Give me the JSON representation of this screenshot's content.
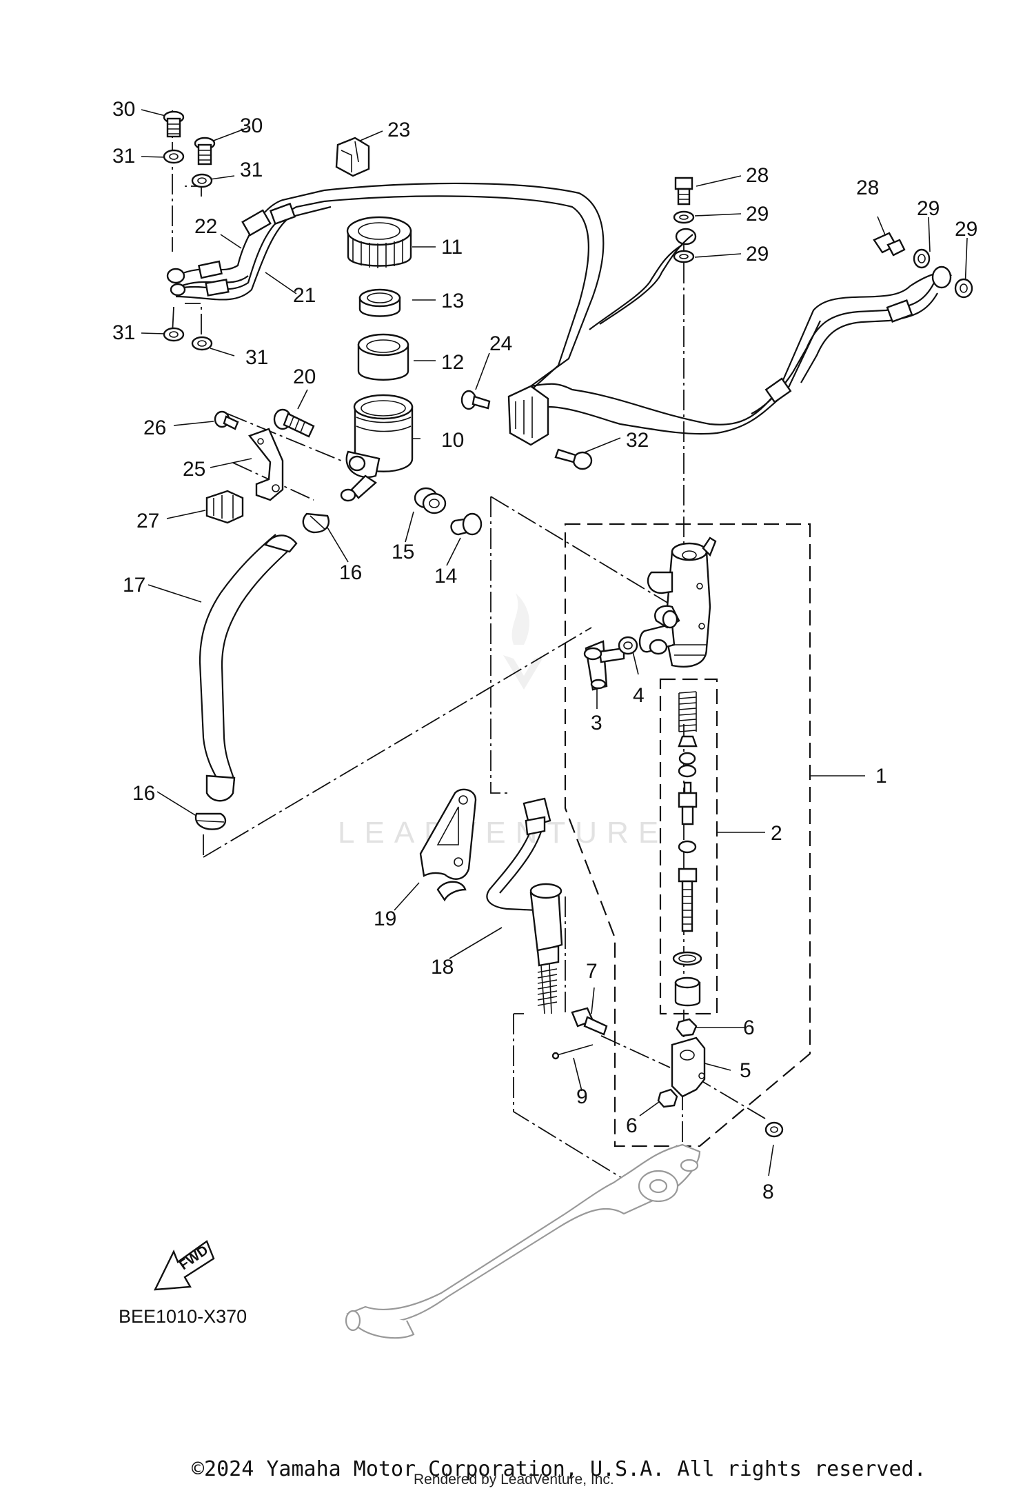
{
  "diagram": {
    "reference_code": "BEE1010-X370",
    "fwd_label": "FWD",
    "watermark": "LEADVENTURE",
    "callouts": {
      "c1": "1",
      "c2": "2",
      "c3": "3",
      "c4": "4",
      "c5": "5",
      "c6a": "6",
      "c6b": "6",
      "c7": "7",
      "c8": "8",
      "c9": "9",
      "c10": "10",
      "c11": "11",
      "c12": "12",
      "c13": "13",
      "c14": "14",
      "c15": "15",
      "c16a": "16",
      "c16b": "16",
      "c17": "17",
      "c18": "18",
      "c19": "19",
      "c20": "20",
      "c21": "21",
      "c22": "22",
      "c23": "23",
      "c24": "24",
      "c25": "25",
      "c26": "26",
      "c27": "27",
      "c28a": "28",
      "c28b": "28",
      "c29a": "29",
      "c29b": "29",
      "c29c": "29",
      "c29d": "29",
      "c30a": "30",
      "c30b": "30",
      "c31a": "31",
      "c31b": "31",
      "c31c": "31",
      "c31d": "31",
      "c32": "32"
    }
  },
  "footer": {
    "copyright": "©2024 Yamaha Motor Corporation, U.S.A. All rights reserved.",
    "rendered_by": "Rendered by LeadVenture, Inc."
  }
}
